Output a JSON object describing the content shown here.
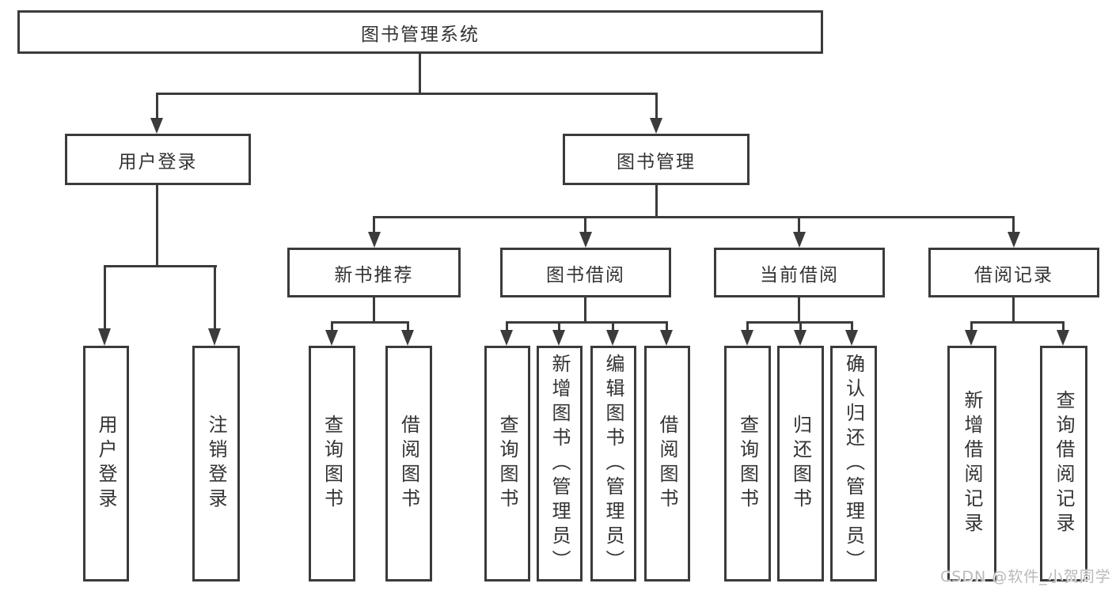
{
  "diagram": {
    "root": {
      "label": "图书管理系统"
    },
    "branches": [
      {
        "label": "用户登录",
        "children": [
          {
            "label": "用户登录"
          },
          {
            "label": "注销登录"
          }
        ]
      },
      {
        "label": "图书管理",
        "children": [
          {
            "label": "新书推荐",
            "children": [
              {
                "label": "查询图书"
              },
              {
                "label": "借阅图书"
              }
            ]
          },
          {
            "label": "图书借阅",
            "children": [
              {
                "label": "查询图书"
              },
              {
                "label": "新增图书（管理员）"
              },
              {
                "label": "编辑图书（管理员）"
              },
              {
                "label": "借阅图书"
              }
            ]
          },
          {
            "label": "当前借阅",
            "children": [
              {
                "label": "查询图书"
              },
              {
                "label": "归还图书"
              },
              {
                "label": "确认归还（管理员）"
              }
            ]
          },
          {
            "label": "借阅记录",
            "children": [
              {
                "label": "新增借阅记录"
              },
              {
                "label": "查询借阅记录"
              }
            ]
          }
        ]
      }
    ]
  },
  "watermark": {
    "text": "CSDN @软件_小贺同学"
  },
  "colors": {
    "line": "#3b3b3b",
    "text": "#333333",
    "watermark": "#b9b9b9",
    "background": "#ffffff"
  }
}
